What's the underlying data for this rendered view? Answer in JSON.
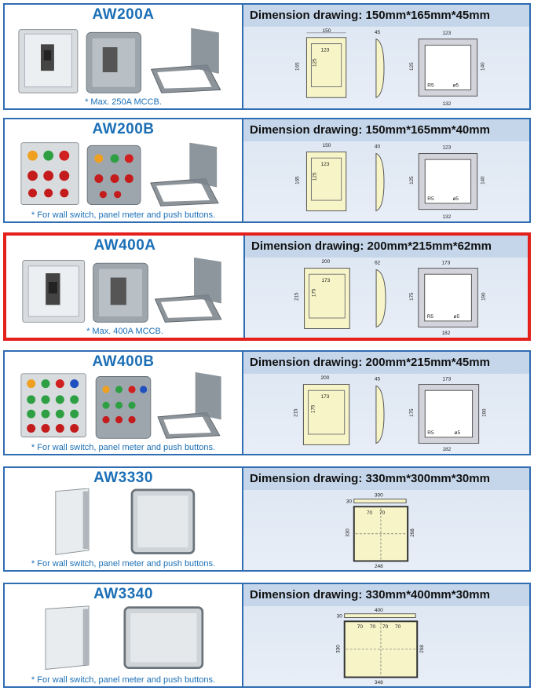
{
  "products": [
    {
      "model": "AW200A",
      "note": "* Max. 250A MCCB.",
      "dimension": "Dimension drawing: 150mm*165mm*45mm",
      "dims": {
        "width": "150",
        "height": "165",
        "depth": "45",
        "inner": "123",
        "inner_h": "125",
        "cut_w": "123",
        "cut_h": "140",
        "bottom": "132",
        "r": "R5",
        "hole": "ø5"
      },
      "highlighted": false
    },
    {
      "model": "AW200B",
      "note": "* For wall switch, panel meter and push buttons.",
      "dimension": "Dimension drawing: 150mm*165mm*40mm",
      "dims": {
        "width": "150",
        "height": "165",
        "depth": "40",
        "inner": "123",
        "inner_h": "125",
        "cut_w": "123",
        "cut_h": "140",
        "bottom": "132",
        "r": "R5",
        "hole": "ø5"
      },
      "highlighted": false
    },
    {
      "model": "AW400A",
      "note": "* Max. 400A MCCB.",
      "dimension": "Dimension drawing: 200mm*215mm*62mm",
      "dims": {
        "width": "200",
        "height": "215",
        "depth": "62",
        "inner": "173",
        "inner_h": "175",
        "cut_w": "173",
        "cut_h": "190",
        "bottom": "182",
        "r": "R5",
        "hole": "ø5"
      },
      "highlighted": true
    },
    {
      "model": "AW400B",
      "note": "* For wall switch, panel meter and push buttons.",
      "dimension": "Dimension drawing: 200mm*215mm*45mm",
      "dims": {
        "width": "200",
        "height": "215",
        "depth": "45",
        "inner": "173",
        "inner_h": "175",
        "cut_w": "173",
        "cut_h": "190",
        "bottom": "182",
        "r": "R5",
        "hole": "ø5"
      },
      "highlighted": false
    },
    {
      "model": "AW3330",
      "note": "* For wall switch, panel meter and push buttons.",
      "dimension": "Dimension drawing: 330mm*300mm*30mm",
      "dims": {
        "width": "300",
        "height": "330",
        "depth": "30",
        "grid": "70",
        "inner_w": "248",
        "inner_h": "298"
      },
      "highlighted": false
    },
    {
      "model": "AW3340",
      "note": "* For wall switch, panel meter and push buttons.",
      "dimension": "Dimension drawing: 330mm*400mm*30mm",
      "dims": {
        "width": "400",
        "height": "330",
        "depth": "30",
        "grid": "70",
        "inner_w": "348",
        "inner_h": "298"
      },
      "highlighted": false
    }
  ],
  "colors": {
    "accent": "#2f6db3",
    "title": "#1b6fb6",
    "highlight": "#e3201b",
    "panel": "#dce6f2",
    "drawing_fill": "#f7f5c8"
  }
}
